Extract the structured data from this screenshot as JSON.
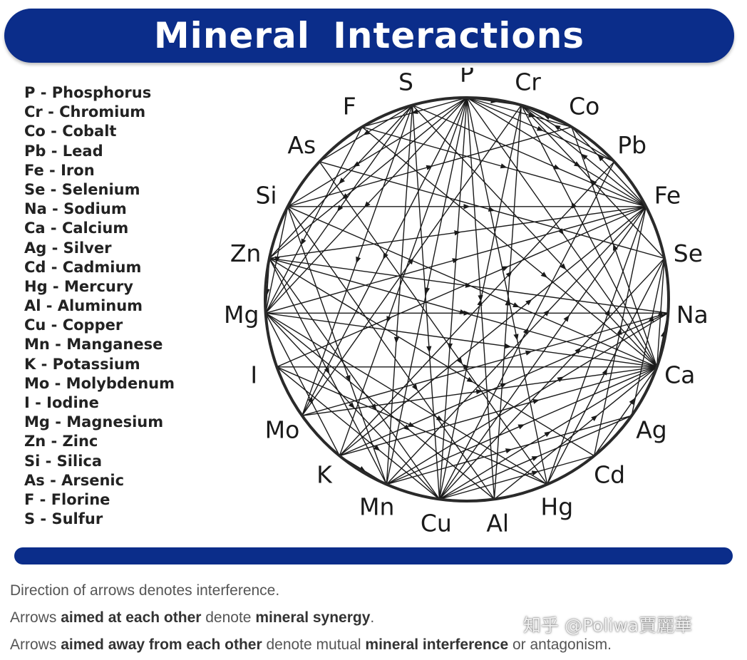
{
  "title": "Mineral Interactions",
  "legend": [
    {
      "symbol": "P",
      "name": "Phosphorus"
    },
    {
      "symbol": "Cr",
      "name": "Chromium"
    },
    {
      "symbol": "Co",
      "name": "Cobalt"
    },
    {
      "symbol": "Pb",
      "name": "Lead"
    },
    {
      "symbol": "Fe",
      "name": "Iron"
    },
    {
      "symbol": "Se",
      "name": "Selenium"
    },
    {
      "symbol": "Na",
      "name": "Sodium"
    },
    {
      "symbol": "Ca",
      "name": "Calcium"
    },
    {
      "symbol": "Ag",
      "name": "Silver"
    },
    {
      "symbol": "Cd",
      "name": "Cadmium"
    },
    {
      "symbol": "Hg",
      "name": "Mercury"
    },
    {
      "symbol": "Al",
      "name": "Aluminum"
    },
    {
      "symbol": "Cu",
      "name": "Copper"
    },
    {
      "symbol": "Mn",
      "name": "Manganese"
    },
    {
      "symbol": "K",
      "name": "Potassium"
    },
    {
      "symbol": "Mo",
      "name": "Molybdenum"
    },
    {
      "symbol": "I",
      "name": "Iodine"
    },
    {
      "symbol": "Mg",
      "name": "Magnesium"
    },
    {
      "symbol": "Zn",
      "name": "Zinc"
    },
    {
      "symbol": "Si",
      "name": "Silica"
    },
    {
      "symbol": "As",
      "name": "Arsenic"
    },
    {
      "symbol": "F",
      "name": "Florine"
    },
    {
      "symbol": "S",
      "name": "Sulfur"
    }
  ],
  "circle_nodes": [
    "P",
    "Cr",
    "Co",
    "Pb",
    "Fe",
    "Se",
    "Na",
    "Ca",
    "Ag",
    "Cd",
    "Hg",
    "Al",
    "Cu",
    "Mn",
    "K",
    "Mo",
    "I",
    "Mg",
    "Zn",
    "Si",
    "As",
    "F",
    "S"
  ],
  "interactions": [
    [
      "P",
      "Cr"
    ],
    [
      "P",
      "Co"
    ],
    [
      "P",
      "Pb"
    ],
    [
      "P",
      "Fe"
    ],
    [
      "P",
      "Ca"
    ],
    [
      "P",
      "Cu"
    ],
    [
      "P",
      "Mn"
    ],
    [
      "P",
      "K"
    ],
    [
      "P",
      "Mg"
    ],
    [
      "P",
      "Zn"
    ],
    [
      "P",
      "Al"
    ],
    [
      "P",
      "Hg"
    ],
    [
      "P",
      "Mo"
    ],
    [
      "P",
      "Si"
    ],
    [
      "P",
      "F"
    ],
    [
      "S",
      "Cu"
    ],
    [
      "S",
      "Mo"
    ],
    [
      "S",
      "Ca"
    ],
    [
      "S",
      "Zn"
    ],
    [
      "S",
      "Fe"
    ],
    [
      "S",
      "As"
    ],
    [
      "S",
      "Mn"
    ],
    [
      "S",
      "Mg"
    ],
    [
      "F",
      "Ca"
    ],
    [
      "F",
      "Fe"
    ],
    [
      "F",
      "Mg"
    ],
    [
      "As",
      "Se"
    ],
    [
      "As",
      "Hg"
    ],
    [
      "Si",
      "Fe"
    ],
    [
      "Si",
      "Ca"
    ],
    [
      "Si",
      "Mg"
    ],
    [
      "Si",
      "Al"
    ],
    [
      "Si",
      "Co"
    ],
    [
      "Si",
      "Mn"
    ],
    [
      "Zn",
      "Ca"
    ],
    [
      "Zn",
      "Cu"
    ],
    [
      "Zn",
      "Fe"
    ],
    [
      "Zn",
      "Cd"
    ],
    [
      "Zn",
      "Na"
    ],
    [
      "Zn",
      "Mg"
    ],
    [
      "Zn",
      "Mn"
    ],
    [
      "Mg",
      "Ca"
    ],
    [
      "Mg",
      "Cu"
    ],
    [
      "Mg",
      "Hg"
    ],
    [
      "Mg",
      "Na"
    ],
    [
      "Mg",
      "Al"
    ],
    [
      "Mg",
      "Fe"
    ],
    [
      "Mg",
      "K"
    ],
    [
      "I",
      "Ca"
    ],
    [
      "I",
      "Cu"
    ],
    [
      "I",
      "Hg"
    ],
    [
      "I",
      "Fe"
    ],
    [
      "Mo",
      "Ca"
    ],
    [
      "Mo",
      "Na"
    ],
    [
      "Mo",
      "Cr"
    ],
    [
      "K",
      "Ca"
    ],
    [
      "K",
      "Na"
    ],
    [
      "K",
      "Fe"
    ],
    [
      "K",
      "Mn"
    ],
    [
      "K",
      "Pb"
    ],
    [
      "Mn",
      "Ca"
    ],
    [
      "Mn",
      "Fe"
    ],
    [
      "Mn",
      "Ag"
    ],
    [
      "Mn",
      "Na"
    ],
    [
      "Cu",
      "Ca"
    ],
    [
      "Cu",
      "Fe"
    ],
    [
      "Cu",
      "Ag"
    ],
    [
      "Cu",
      "Cd"
    ],
    [
      "Cu",
      "Pb"
    ],
    [
      "Cu",
      "Se"
    ],
    [
      "Cu",
      "Cr"
    ],
    [
      "Al",
      "Ca"
    ],
    [
      "Al",
      "Cr"
    ],
    [
      "Hg",
      "Fe"
    ],
    [
      "Hg",
      "Se"
    ],
    [
      "Cd",
      "Ca"
    ],
    [
      "Cd",
      "Fe"
    ],
    [
      "Ag",
      "Se"
    ],
    [
      "Ca",
      "Co"
    ],
    [
      "Ca",
      "Cr"
    ],
    [
      "Ca",
      "Se"
    ],
    [
      "Ca",
      "Na"
    ],
    [
      "Fe",
      "Cr"
    ],
    [
      "Fe",
      "Co"
    ],
    [
      "Co",
      "Cr"
    ],
    [
      "Pb",
      "Cr"
    ],
    [
      "Se",
      "Cr"
    ]
  ],
  "notes": [
    [
      {
        "text": "Direction of arrows denotes interference.",
        "bold": false
      }
    ],
    [
      {
        "text": "Arrows ",
        "bold": false
      },
      {
        "text": "aimed at each other",
        "bold": true
      },
      {
        "text": " denote ",
        "bold": false
      },
      {
        "text": "mineral synergy",
        "bold": true
      },
      {
        "text": ".",
        "bold": false
      }
    ],
    [
      {
        "text": "Arrows ",
        "bold": false
      },
      {
        "text": "aimed away from each other",
        "bold": true
      },
      {
        "text": " denote mutual ",
        "bold": false
      },
      {
        "text": "mineral interference",
        "bold": true
      },
      {
        "text": " or antagonism.",
        "bold": false
      }
    ]
  ],
  "watermark": "知乎 @Poliwa賈麗華",
  "colors": {
    "banner": "#0b2d8a",
    "line": "#1a1a1a",
    "circle": "#2a2a2a"
  }
}
